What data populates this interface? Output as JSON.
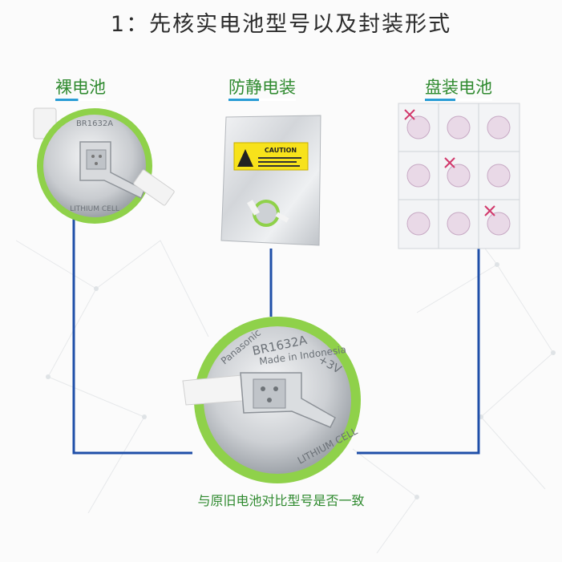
{
  "title": "1：先核实电池型号以及封装形式",
  "labels": {
    "bare": "裸电池",
    "antistatic": "防静电装",
    "tray": "盘装电池"
  },
  "battery": {
    "brand": "Panasonic",
    "model": "BR1632A",
    "voltage": "+3V",
    "origin": "Made in Indonesia",
    "type": "LITHIUM CELL"
  },
  "caution_label": "CAUTION",
  "caption": "与原旧电池对比型号是否一致",
  "colors": {
    "connector_line": "#1f4fa8",
    "label_green": "#2f8a2f",
    "battery_green": "#8fd14a"
  }
}
